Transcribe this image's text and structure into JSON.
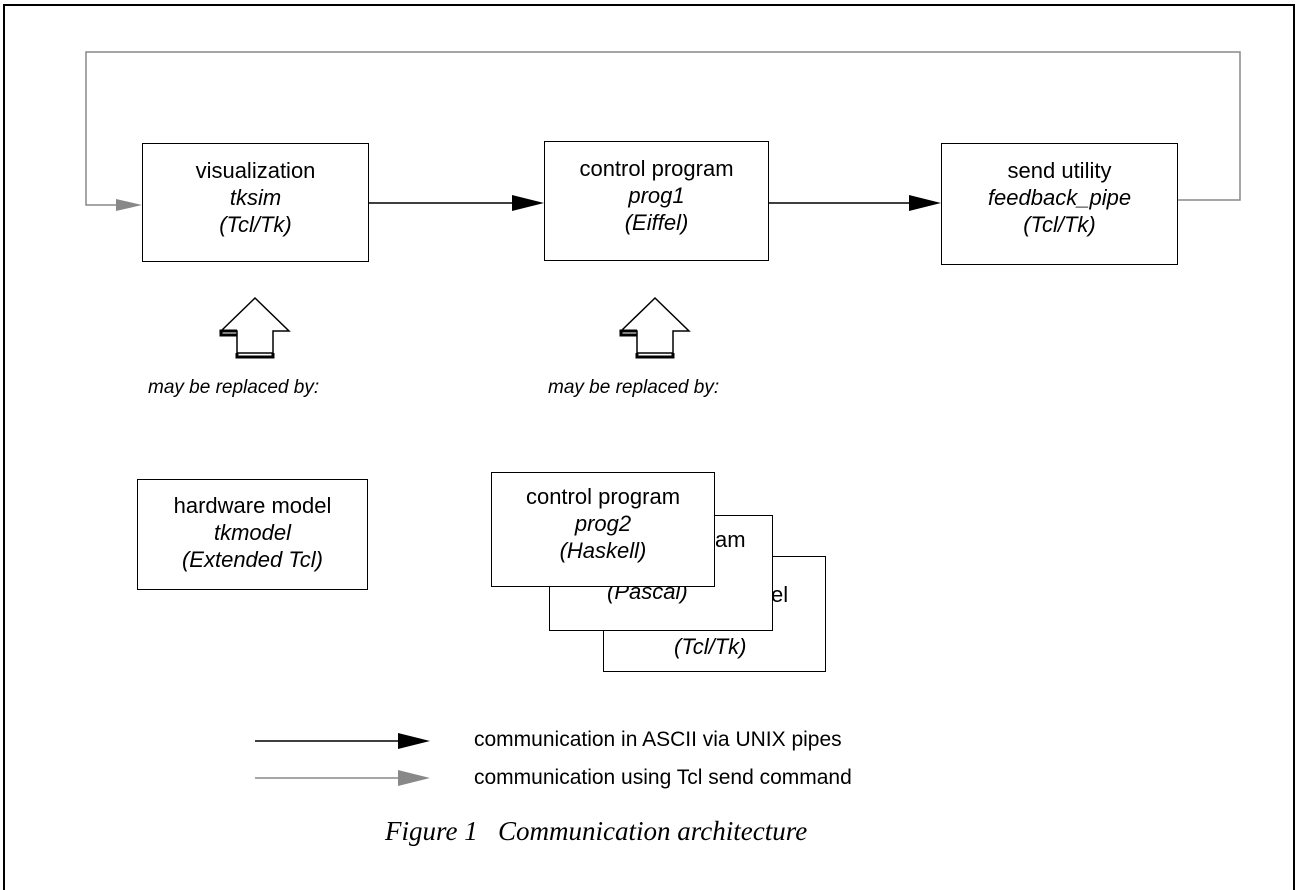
{
  "boxes": {
    "visualization": {
      "name": "visualization",
      "program": "tksim",
      "language": "(Tcl/Tk)"
    },
    "control1": {
      "name": "control program",
      "program": "prog1",
      "language": "(Eiffel)"
    },
    "send_utility": {
      "name": "send utility",
      "program": "feedback_pipe",
      "language": "(Tcl/Tk)"
    },
    "hardware_model": {
      "name": "hardware model",
      "program": "tkmodel",
      "language": "(Extended Tcl)"
    },
    "stack_back": {
      "visible_text_1": "el",
      "visible_text_2": "(Tcl/Tk)"
    },
    "stack_middle": {
      "visible_text_1": "am",
      "visible_text_2": "(Pascal)"
    },
    "stack_front": {
      "name": "control program",
      "program": "prog2",
      "language": "(Haskell)"
    }
  },
  "notes": {
    "left": "may be replaced by:",
    "middle": "may be replaced by:"
  },
  "legend": {
    "pipes": "communication in ASCII via UNIX pipes",
    "send": "communication using Tcl send command"
  },
  "colors": {
    "pipe_line": "#000000",
    "send_line": "#888888"
  },
  "caption": "Figure 1   Communication architecture"
}
